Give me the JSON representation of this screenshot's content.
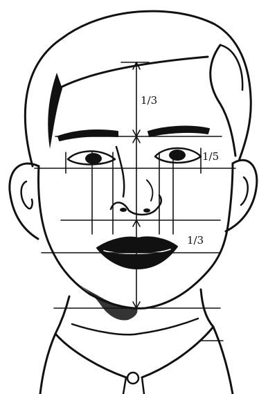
{
  "labels": {
    "forehead": "1/3",
    "eye_width": "1/5",
    "lower_face": "1/3"
  },
  "colors": {
    "ink": "#111111",
    "paper": "#ffffff"
  }
}
